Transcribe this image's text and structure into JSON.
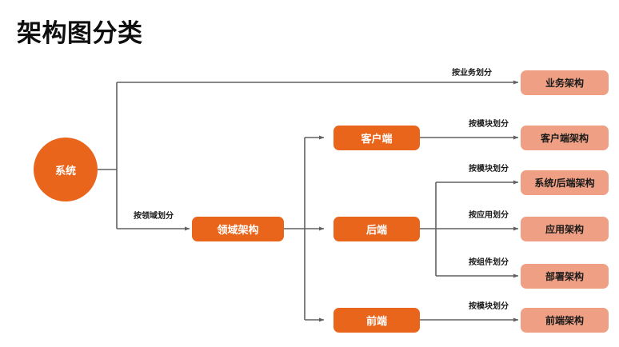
{
  "page": {
    "title": "架构图分类",
    "background": "#ffffff"
  },
  "colors": {
    "primary": "#E8651B",
    "leaf": "#EFA084",
    "line": "#616161",
    "text_dark": "#1a1a1a",
    "text_light": "#ffffff"
  },
  "diagram": {
    "type": "tree",
    "root": {
      "label": "系统",
      "shape": "circle"
    },
    "nodes": [
      {
        "id": "root",
        "label": "系统",
        "kind": "root",
        "shape": "circle"
      },
      {
        "id": "domain-arch",
        "label": "领域架构",
        "kind": "primary",
        "shape": "rounded-rect"
      },
      {
        "id": "client",
        "label": "客户端",
        "kind": "primary",
        "shape": "rounded-rect"
      },
      {
        "id": "backend",
        "label": "后端",
        "kind": "primary",
        "shape": "rounded-rect"
      },
      {
        "id": "frontend",
        "label": "前端",
        "kind": "primary",
        "shape": "rounded-rect"
      },
      {
        "id": "biz-arch",
        "label": "业务架构",
        "kind": "leaf",
        "shape": "rounded-rect"
      },
      {
        "id": "client-arch",
        "label": "客户端架构",
        "kind": "leaf",
        "shape": "rounded-rect"
      },
      {
        "id": "sysbe-arch",
        "label": "系统/后端架构",
        "kind": "leaf",
        "shape": "rounded-rect"
      },
      {
        "id": "app-arch",
        "label": "应用架构",
        "kind": "leaf",
        "shape": "rounded-rect"
      },
      {
        "id": "deploy-arch",
        "label": "部署架构",
        "kind": "leaf",
        "shape": "rounded-rect"
      },
      {
        "id": "fe-arch",
        "label": "前端架构",
        "kind": "leaf",
        "shape": "rounded-rect"
      }
    ],
    "edges": [
      {
        "from": "root",
        "to": "biz-arch",
        "label": "按业务划分"
      },
      {
        "from": "root",
        "to": "domain-arch",
        "label": "按领域划分"
      },
      {
        "from": "domain-arch",
        "to": "client",
        "label": ""
      },
      {
        "from": "domain-arch",
        "to": "backend",
        "label": ""
      },
      {
        "from": "domain-arch",
        "to": "frontend",
        "label": ""
      },
      {
        "from": "client",
        "to": "client-arch",
        "label": "按模块划分"
      },
      {
        "from": "backend",
        "to": "sysbe-arch",
        "label": "按模块划分"
      },
      {
        "from": "backend",
        "to": "app-arch",
        "label": "按应用划分"
      },
      {
        "from": "backend",
        "to": "deploy-arch",
        "label": "按组件划分"
      },
      {
        "from": "frontend",
        "to": "fe-arch",
        "label": "按模块划分"
      }
    ],
    "edge_labels": {
      "by_business": "按业务划分",
      "by_domain": "按领域划分",
      "by_module_client": "按模块划分",
      "by_module_backend": "按模块划分",
      "by_application": "按应用划分",
      "by_component": "按组件划分",
      "by_module_frontend": "按模块划分"
    }
  }
}
